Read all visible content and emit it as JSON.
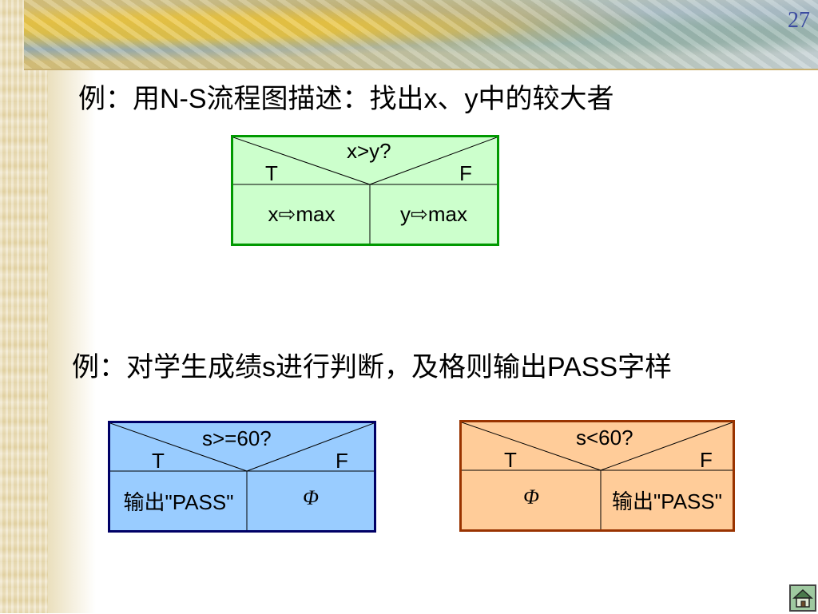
{
  "page_number": "27",
  "heading_1": "例：用N-S流程图描述：找出x、y中的较大者",
  "heading_2": "例：对学生成绩s进行判断，及格则输出PASS字样",
  "diagrams": [
    {
      "condition": "x>y?",
      "true_label": "T",
      "false_label": "F",
      "true_branch": "x⇨max",
      "false_branch": "y⇨max",
      "fill": "#ccffcc",
      "border": "#009900"
    },
    {
      "condition": "s>=60?",
      "true_label": "T",
      "false_label": "F",
      "true_branch": "输出\"PASS\"",
      "false_branch": "Φ",
      "fill": "#99ccff",
      "border": "#000066"
    },
    {
      "condition": "s<60?",
      "true_label": "T",
      "false_label": "F",
      "true_branch": "Φ",
      "false_branch": "输出\"PASS\"",
      "fill": "#ffcc99",
      "border": "#993300"
    }
  ],
  "icons": {
    "home": "home-icon"
  }
}
